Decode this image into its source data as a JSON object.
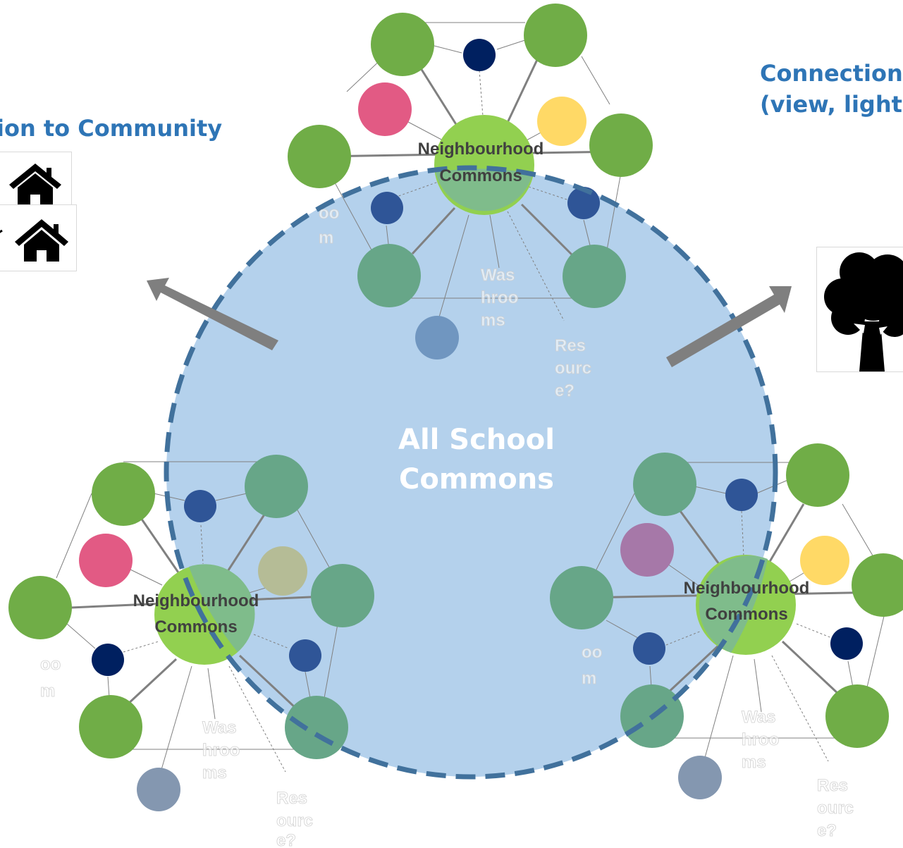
{
  "headings": {
    "community": "ion to Community",
    "connection_line1": "Connection",
    "connection_line2": "(view, light a"
  },
  "center": {
    "line1": "All School",
    "line2": "Commons"
  },
  "hub_label": {
    "line1": "Neighbourhood",
    "line2": "Commons"
  },
  "faint_labels": {
    "washrooms": [
      "Was",
      "hroo",
      "ms"
    ],
    "resource": [
      "Res",
      "ourc",
      "e?"
    ],
    "room_top": [
      "oo",
      "m"
    ],
    "room_left": [
      "oo",
      "m"
    ],
    "room_right": [
      "oo",
      "m"
    ]
  },
  "icons": [
    "house-icon",
    "house-icon",
    "tree-icon",
    "arrow-icon"
  ],
  "colors": {
    "commons_fill": "#b4d1ec",
    "commons_border": "#41719c",
    "hub": "#92d050",
    "classroom_green": "#70ad47",
    "teal": "#67a688",
    "navy": "#002060",
    "blue": "#2f5597",
    "pink": "#e25a84",
    "yellow": "#ffd966",
    "purple": "#a678a8",
    "olive": "#b5bc96",
    "steel": "#7096c0",
    "slate": "#8497b0",
    "heading": "#2e75b6",
    "arrow": "#7f7f7f"
  }
}
